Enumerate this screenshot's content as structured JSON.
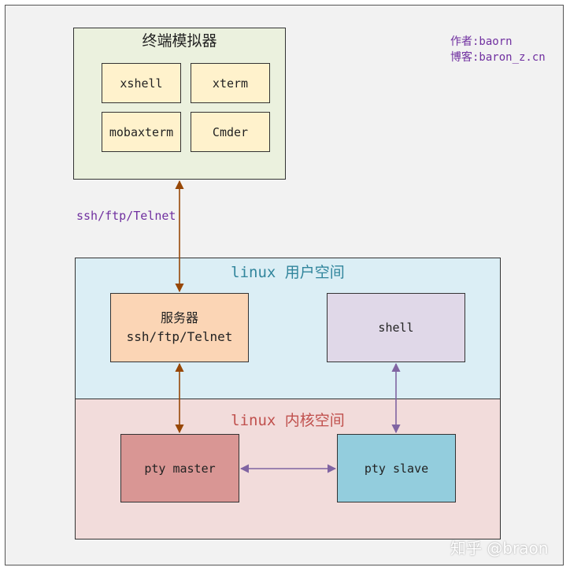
{
  "terminal_emulator": {
    "title": "终端模拟器",
    "tools": [
      "xshell",
      "xterm",
      "mobaxterm",
      "Cmder"
    ]
  },
  "author": {
    "line1": "作者:baorn",
    "line2": "博客:baron_z.cn"
  },
  "protocol_label": "ssh/ftp/Telnet",
  "user_space": {
    "title": "linux 用户空间",
    "title_color": "#31859c",
    "server_line1": "服务器",
    "server_line2": "ssh/ftp/Telnet",
    "shell": "shell"
  },
  "kernel_space": {
    "title": "linux 内核空间",
    "title_color": "#c0504d",
    "pty_master": "pty master",
    "pty_slave": "pty slave"
  },
  "colors": {
    "arrow_brown": "#974706",
    "arrow_purple": "#8064a2"
  },
  "watermark": "知乎 @braon"
}
